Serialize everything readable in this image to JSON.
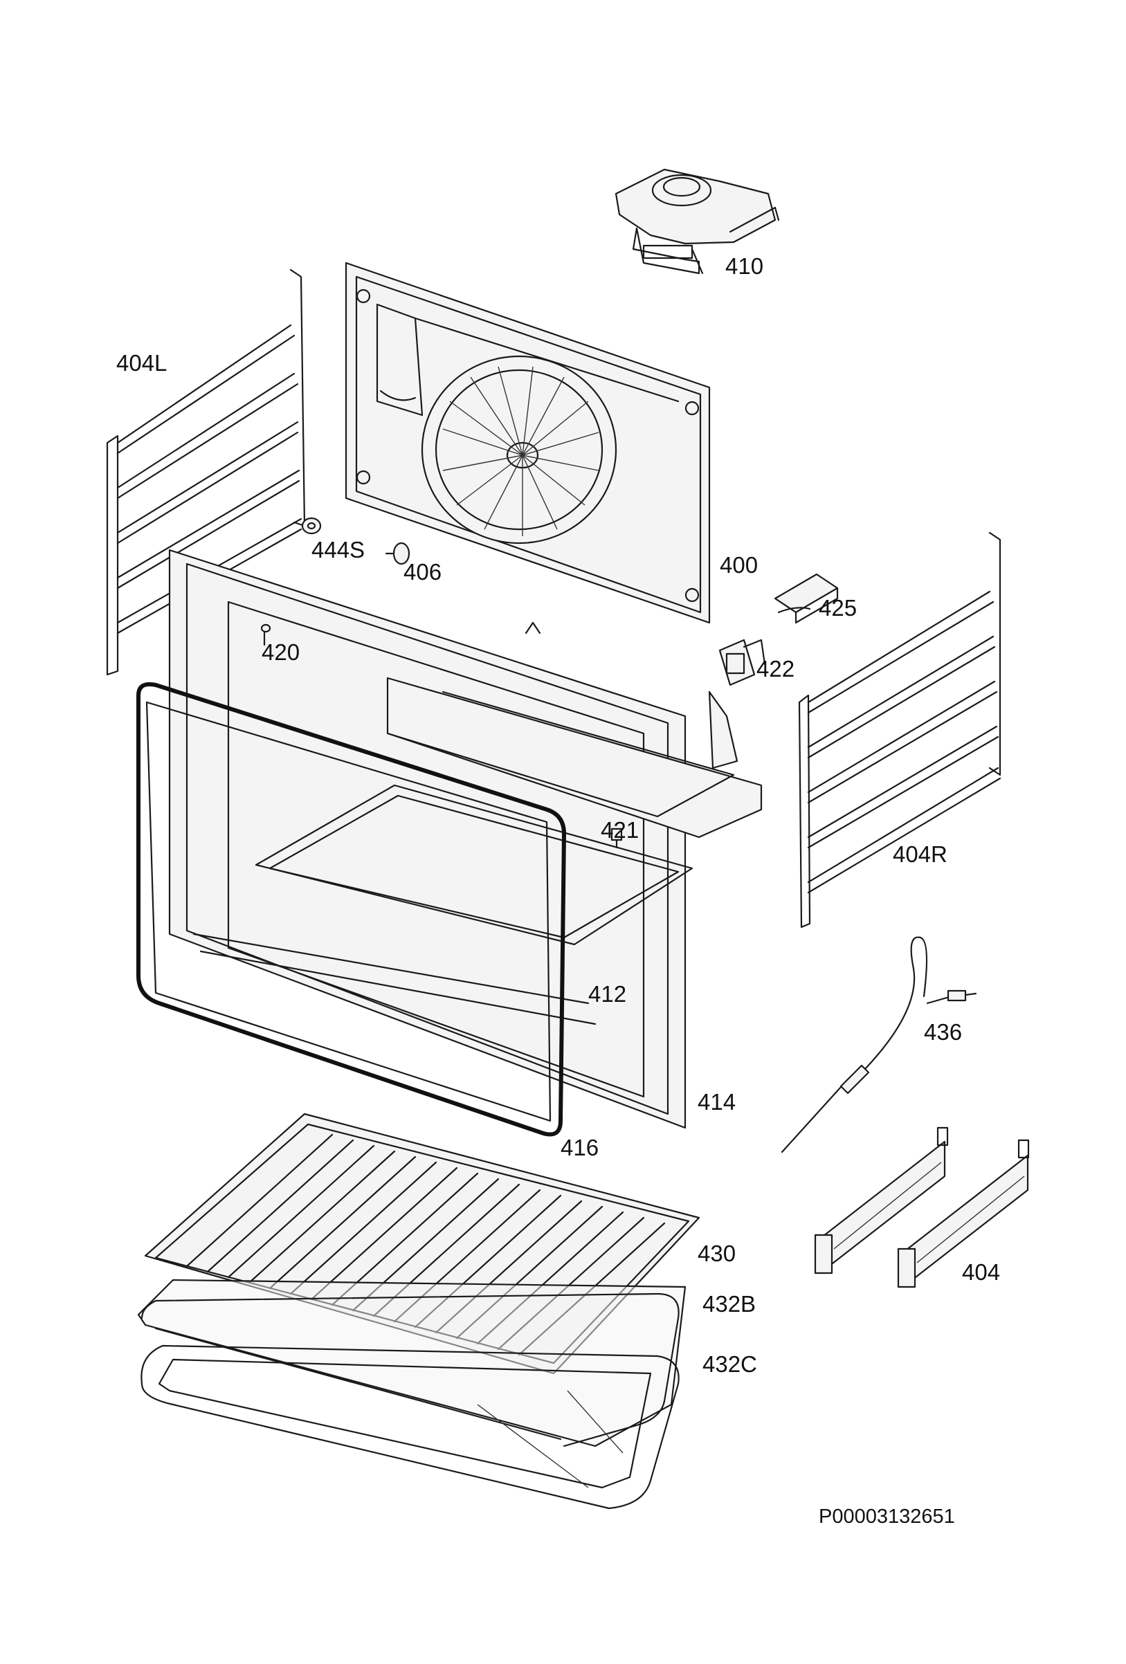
{
  "diagram": {
    "document_code": "P00003132651",
    "parts": [
      {
        "id": "p410",
        "label": "410"
      },
      {
        "id": "p404L",
        "label": "404L"
      },
      {
        "id": "p444S",
        "label": "444S"
      },
      {
        "id": "p406",
        "label": "406"
      },
      {
        "id": "p400",
        "label": "400"
      },
      {
        "id": "p425",
        "label": "425"
      },
      {
        "id": "p420",
        "label": "420"
      },
      {
        "id": "p422",
        "label": "422"
      },
      {
        "id": "p421",
        "label": "421"
      },
      {
        "id": "p404R",
        "label": "404R"
      },
      {
        "id": "p412",
        "label": "412"
      },
      {
        "id": "p436",
        "label": "436"
      },
      {
        "id": "p414",
        "label": "414"
      },
      {
        "id": "p416",
        "label": "416"
      },
      {
        "id": "p430",
        "label": "430"
      },
      {
        "id": "p404",
        "label": "404"
      },
      {
        "id": "p432B",
        "label": "432B"
      },
      {
        "id": "p432C",
        "label": "432C"
      }
    ]
  }
}
